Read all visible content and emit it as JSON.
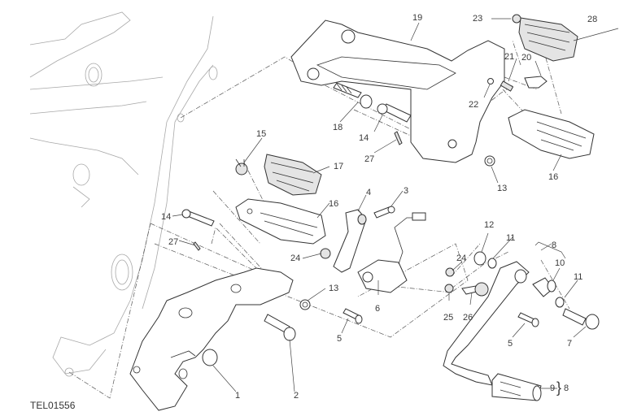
{
  "diagram": {
    "drawing_code": "TEL01556",
    "callouts": [
      {
        "id": "c1",
        "text": "1"
      },
      {
        "id": "c2",
        "text": "2"
      },
      {
        "id": "c3",
        "text": "3"
      },
      {
        "id": "c4",
        "text": "4"
      },
      {
        "id": "c5a",
        "text": "5"
      },
      {
        "id": "c5b",
        "text": "5"
      },
      {
        "id": "c6",
        "text": "6"
      },
      {
        "id": "c7",
        "text": "7"
      },
      {
        "id": "c8a",
        "text": "8"
      },
      {
        "id": "c8b",
        "text": "8"
      },
      {
        "id": "c9",
        "text": "9"
      },
      {
        "id": "c10",
        "text": "10"
      },
      {
        "id": "c11a",
        "text": "11"
      },
      {
        "id": "c11b",
        "text": "11"
      },
      {
        "id": "c12",
        "text": "12"
      },
      {
        "id": "c13a",
        "text": "13"
      },
      {
        "id": "c13b",
        "text": "13"
      },
      {
        "id": "c14a",
        "text": "14"
      },
      {
        "id": "c14b",
        "text": "14"
      },
      {
        "id": "c15",
        "text": "15"
      },
      {
        "id": "c16a",
        "text": "16"
      },
      {
        "id": "c16b",
        "text": "16"
      },
      {
        "id": "c17",
        "text": "17"
      },
      {
        "id": "c18",
        "text": "18"
      },
      {
        "id": "c19",
        "text": "19"
      },
      {
        "id": "c20",
        "text": "20"
      },
      {
        "id": "c21",
        "text": "21"
      },
      {
        "id": "c22",
        "text": "22"
      },
      {
        "id": "c23",
        "text": "23"
      },
      {
        "id": "c24a",
        "text": "24"
      },
      {
        "id": "c24b",
        "text": "24"
      },
      {
        "id": "c25",
        "text": "25"
      },
      {
        "id": "c26",
        "text": "26"
      },
      {
        "id": "c27a",
        "text": "27"
      },
      {
        "id": "c27b",
        "text": "27"
      },
      {
        "id": "c28",
        "text": "28"
      }
    ],
    "brace_symbol": "}",
    "colors": {
      "line": "#333333",
      "frame": "#a8a8a8",
      "background": "#ffffff"
    }
  }
}
